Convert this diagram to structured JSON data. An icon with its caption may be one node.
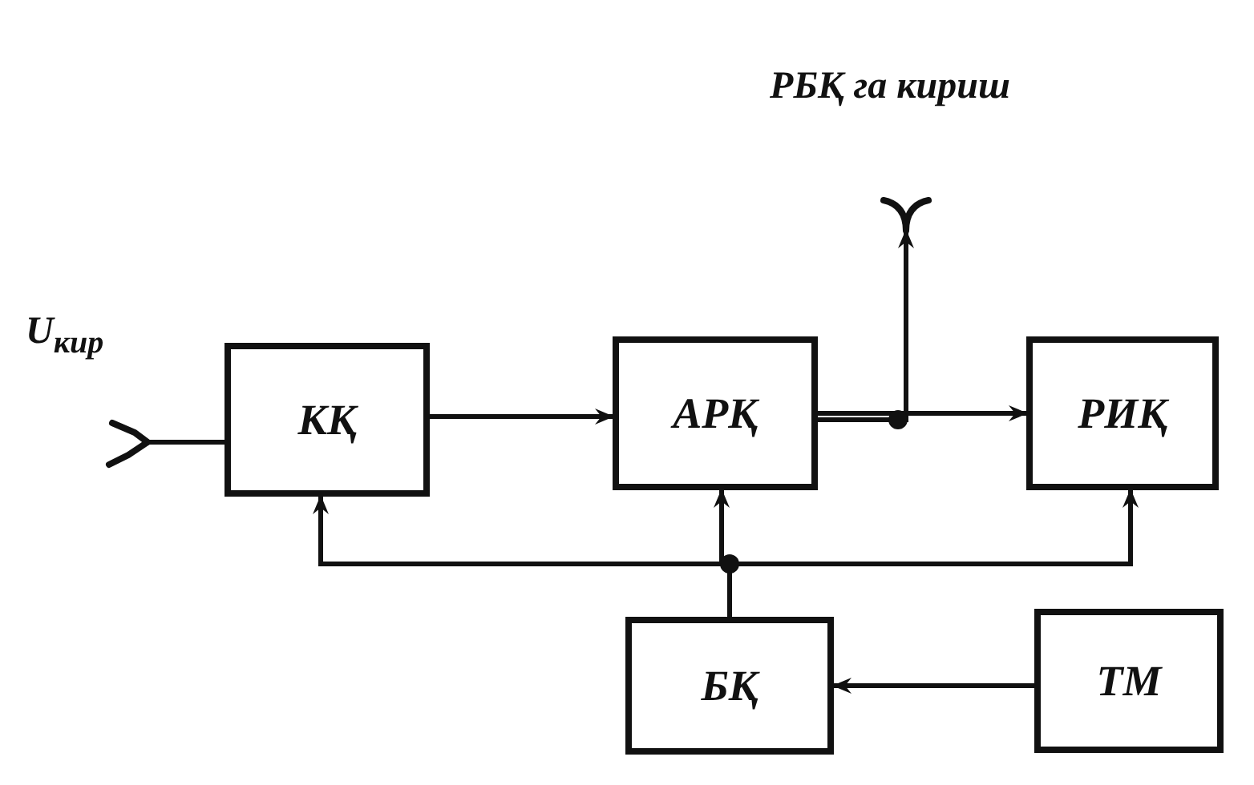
{
  "diagram": {
    "nodes": [
      {
        "text": [
          "РБҚ га кириш"
        ]
      },
      {
        "text": [
          "U$_{кир}$"
        ]
      },
      {
        "text": [
          "КҚ"
        ]
      },
      {
        "text": [
          "АРҚ"
        ]
      },
      {
        "text": [
          "РИҚ"
        ]
      },
      {
        "text": [
          "БҚ"
        ]
      },
      {
        "text": [
          "ТМ"
        ]
      }
    ],
    "edges": [
      {
        "from": 1,
        "to": 2,
        "arrow": "none"
      },
      {
        "from": 2,
        "to": 3,
        "arrow": "to"
      },
      {
        "from": 3,
        "to": 4,
        "arrow": "to"
      },
      {
        "from": 3,
        "to": 0,
        "arrow": "to"
      },
      {
        "from": 5,
        "to": 2,
        "arrow": "to"
      },
      {
        "from": 5,
        "to": 3,
        "arrow": "to"
      },
      {
        "from": 5,
        "to": 4,
        "arrow": "to"
      },
      {
        "from": 6,
        "to": 5,
        "arrow": "to"
      }
    ]
  }
}
